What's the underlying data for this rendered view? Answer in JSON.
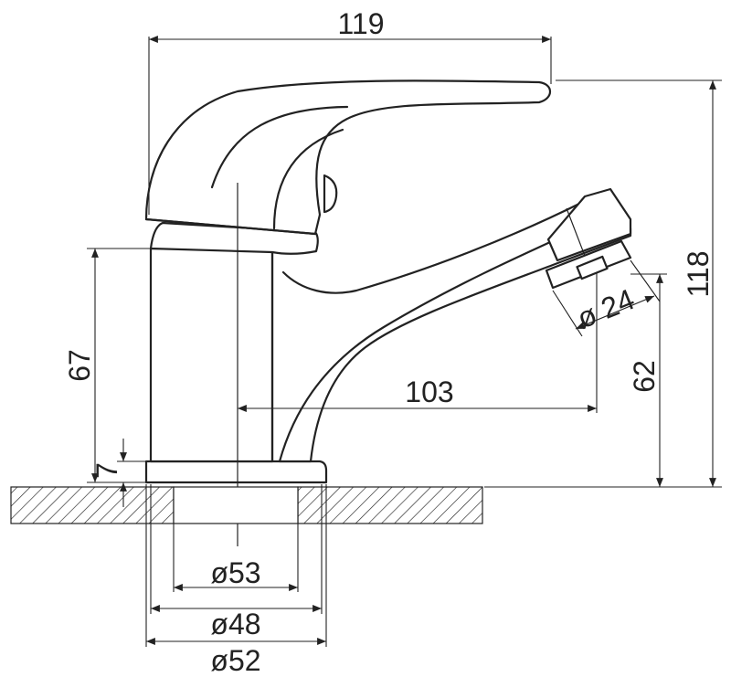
{
  "dimensions": {
    "width_total": "119",
    "height_total": "118",
    "body_height": "67",
    "base_height": "7",
    "spout_height": "62",
    "spout_reach": "103",
    "aerator_diameter": "ø 24",
    "hole_diameter": "ø53",
    "base_inner_diameter": "ø48",
    "base_outer_diameter": "ø52"
  },
  "colors": {
    "line": "#222222",
    "background": "#ffffff"
  }
}
